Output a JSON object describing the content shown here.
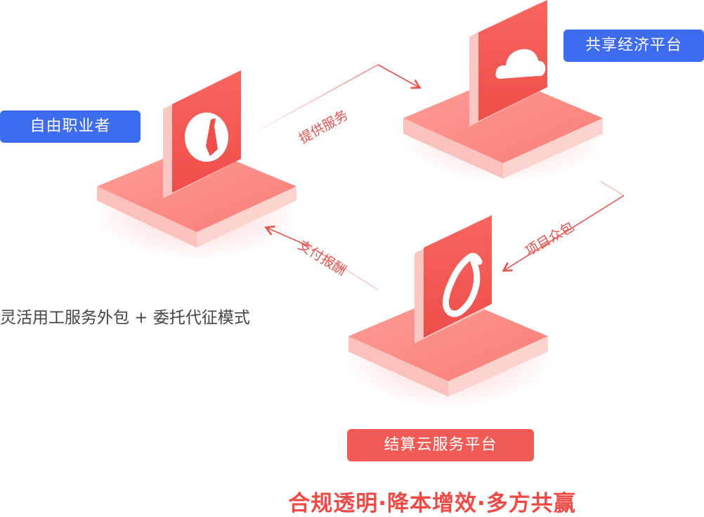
{
  "nodes": {
    "freelancer": {
      "label": "自由职业者",
      "icon": "tie-icon"
    },
    "platform": {
      "label": "共享经济平台",
      "icon": "cloud-icon"
    },
    "settlement": {
      "label": "结算云服务平台",
      "icon": "brand-logo-icon"
    }
  },
  "flows": {
    "provide_service": "提供服务",
    "project_crowdsource": "项目众包",
    "pay_reward": "支付报酬"
  },
  "note": "灵活用工服务外包 + 委托代征模式",
  "slogan": "合规透明·降本增效·多方共赢",
  "colors": {
    "blue_badge": "#3d6cf0",
    "red_badge": "#f25a56",
    "accent": "#e9524d"
  }
}
